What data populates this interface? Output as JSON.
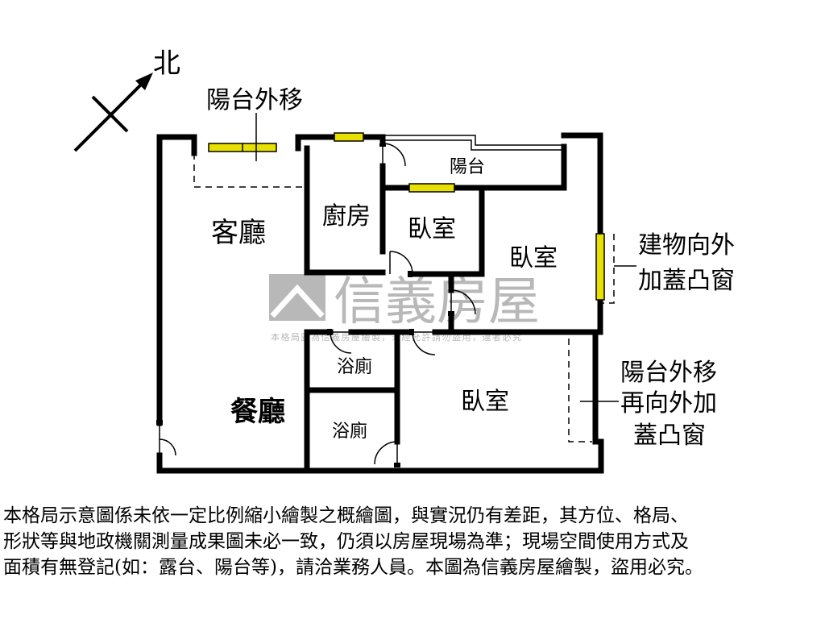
{
  "compass": {
    "north_label": "北"
  },
  "rooms": {
    "living_room": "客廳",
    "dining_room": "餐廳",
    "kitchen": "廚房",
    "bedroom_small": "臥室",
    "bedroom_east": "臥室",
    "bedroom_south": "臥室",
    "bath_upper": "浴廁",
    "bath_lower": "浴廁",
    "balcony": "陽台"
  },
  "annotations": {
    "balcony_moved_out": "陽台外移",
    "bay_window_line1": "建物向外",
    "bay_window_line2": "加蓋凸窗",
    "balcony_bay_line1": "陽台外移",
    "balcony_bay_line2": "再向外加",
    "balcony_bay_line3": "蓋凸窗"
  },
  "watermark": {
    "brand": "信義房屋",
    "notice": "本格局圖為信義房屋繪製，未經允許請勿盜用，違者必究"
  },
  "disclaimer": {
    "line1": "本格局示意圖係未依一定比例縮小繪製之概繪圖，與實況仍有差距，其方位、格局、",
    "line2": "形狀等與地政機關測量成果圖未必一致，仍須以房屋現場為準；現場空間使用方式及",
    "line3": "面積有無登記(如：露台、陽台等)，請洽業務人員。本圖為信義房屋繪製，盜用必究。"
  },
  "colors": {
    "wall": "#000000",
    "window_fill": "#e8e000",
    "watermark": "#b8b8b8",
    "background": "#ffffff"
  }
}
